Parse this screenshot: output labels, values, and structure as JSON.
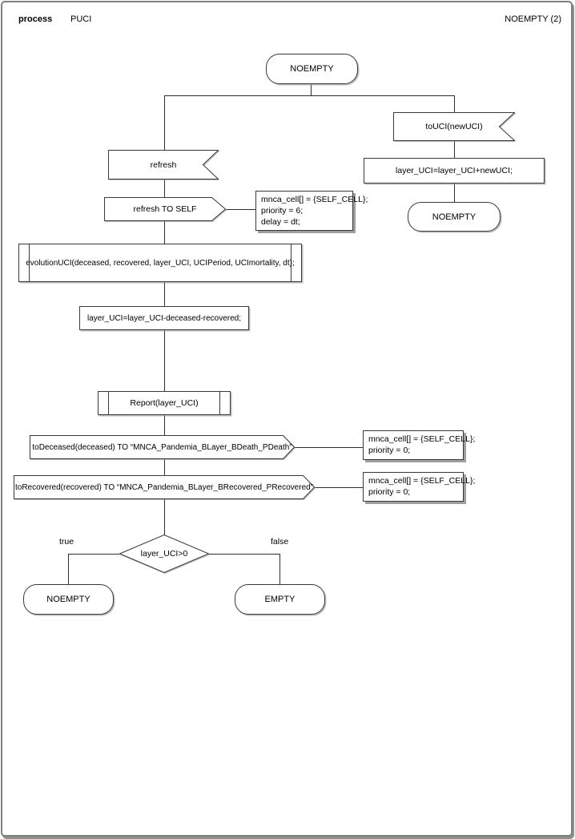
{
  "header": {
    "kind_label": "process",
    "process_name": "PUCI",
    "page_label": "NOEMPTY (2)"
  },
  "nodes": {
    "start_state": "NOEMPTY",
    "input_refresh": "refresh",
    "output_refresh_self": "refresh TO SELF",
    "task_evolution": "evolutionUCI(deceased, recovered, layer_UCI, UCIPeriod, UCImortality, dt);",
    "task_update_uci": "layer_UCI=layer_UCI-deceased-recovered;",
    "procedure_report": "Report(layer_UCI)",
    "output_to_deceased": "toDeceased(deceased) TO “MNCA_Pandemia_BLayer_BDeath_PDeath”",
    "output_to_recovered": "toRecovered(recovered) TO “MNCA_Pandemia_BLayer_BRecovered_PRecovered”",
    "decision_condition": "layer_UCI>0",
    "branch_true_label": "true",
    "branch_false_label": "false",
    "state_true": "NOEMPTY",
    "state_false": "EMPTY",
    "input_touci": "toUCI(newUCI)",
    "task_add_uci": "layer_UCI=layer_UCI+newUCI;",
    "state_right": "NOEMPTY"
  },
  "comments": {
    "refresh_self": [
      "mnca_cell[] = {SELF_CELL};",
      "priority = 6;",
      "delay = dt;"
    ],
    "to_deceased": [
      "mnca_cell[] = {SELF_CELL};",
      "priority = 0;"
    ],
    "to_recovered": [
      "mnca_cell[] = {SELF_CELL};",
      "priority = 0;"
    ]
  },
  "colors": {
    "line": "#2e2e2e",
    "border": "#3a3a3a",
    "page_border": "#7f7f7f",
    "shadow": "#9e9e9e",
    "background": "#ffffff",
    "text": "#000000"
  }
}
